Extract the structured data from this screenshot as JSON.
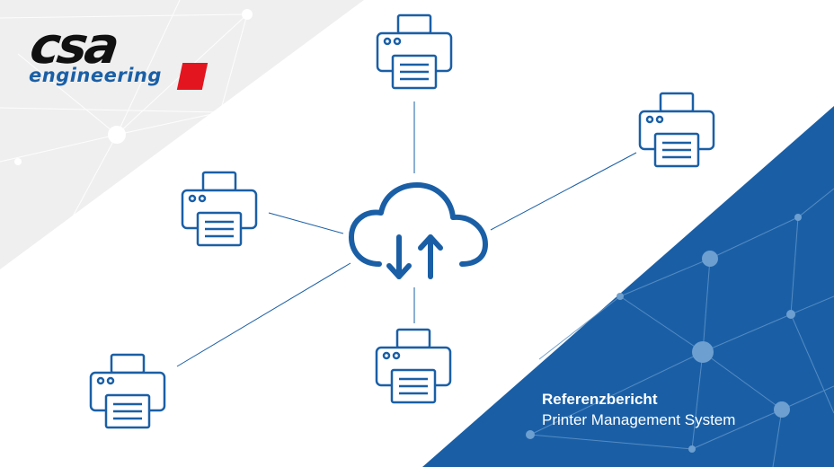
{
  "logo": {
    "wordmark": "csa",
    "tagline": "engineering"
  },
  "caption": {
    "title": "Referenzbericht",
    "subtitle": "Printer Management System"
  },
  "icons": {
    "center": "cloud-upload-download-icon",
    "nodes": "printer-icon"
  },
  "colors": {
    "brand_blue": "#1a5fa6",
    "brand_red": "#e3151f",
    "background_gray": "#efefef",
    "line": "#1a5fa6"
  }
}
